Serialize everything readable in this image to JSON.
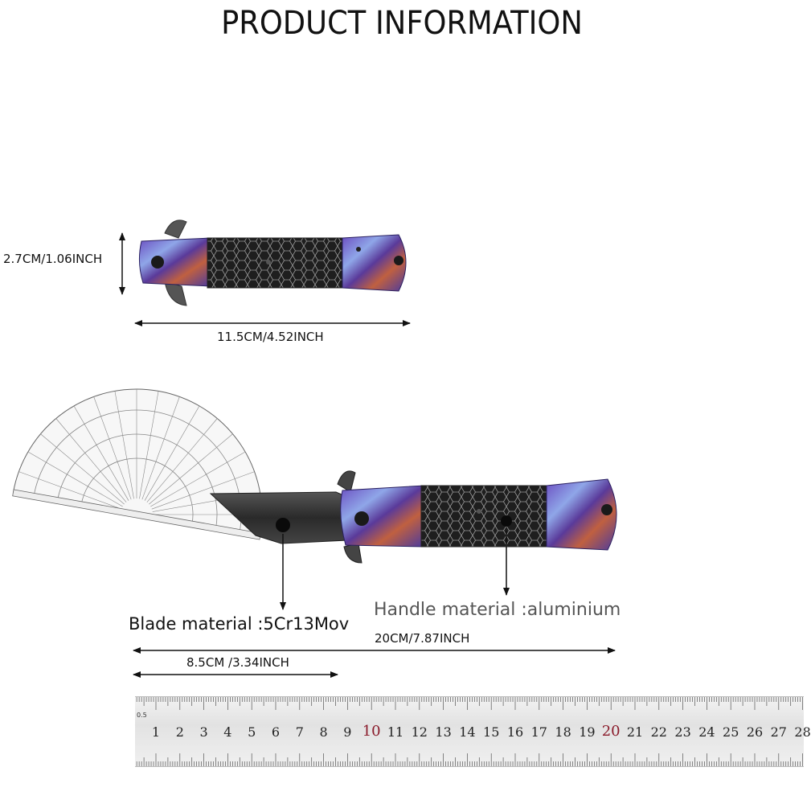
{
  "title": "PRODUCT INFORMATION",
  "closed_knife": {
    "height_label": "2.7CM/1.06INCH",
    "length_label": "11.5CM/4.52INCH"
  },
  "open_knife": {
    "blade_material_label": "Blade material :5Cr13Mov",
    "handle_material_label": "Handle material :aluminium",
    "total_length_label": "20CM/7.87INCH",
    "blade_length_label": "8.5CM /3.34INCH"
  },
  "ruler": {
    "numbers": [
      "1",
      "2",
      "3",
      "4",
      "5",
      "6",
      "7",
      "8",
      "9",
      "10",
      "11",
      "12",
      "13",
      "14",
      "15",
      "16",
      "17",
      "18",
      "19",
      "20",
      "21",
      "22",
      "23",
      "24",
      "25",
      "26",
      "27",
      "28"
    ],
    "start_mark": "0.5"
  },
  "colors": {
    "handle_purple": "#5a3fa0",
    "handle_blue": "#3a4fb0",
    "handle_orange": "#d06030",
    "steel_dark": "#2a2a2a",
    "honeycomb": "#3a3a3a",
    "ruler_highlight": "#8a1a2a"
  }
}
